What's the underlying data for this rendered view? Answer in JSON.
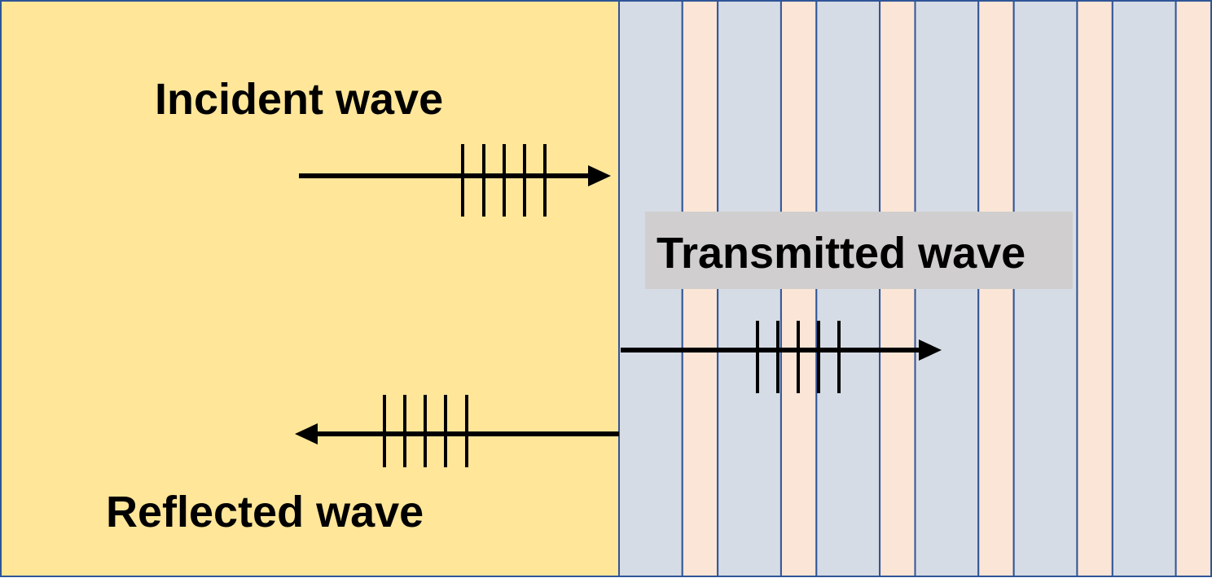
{
  "labels": {
    "incident": "Incident wave",
    "transmitted": "Transmitted wave",
    "reflected": "Reflected wave"
  },
  "colors": {
    "incident_medium": "#FFE699",
    "layer_a": "#D6DCE5",
    "layer_b": "#FBE5D6",
    "layer_border": "#2F5597",
    "label_box": "#D0CECE",
    "arrow": "#000000"
  },
  "layers": [
    "a",
    "b",
    "a",
    "b",
    "a",
    "b",
    "a",
    "b",
    "a",
    "b",
    "a",
    "b"
  ]
}
